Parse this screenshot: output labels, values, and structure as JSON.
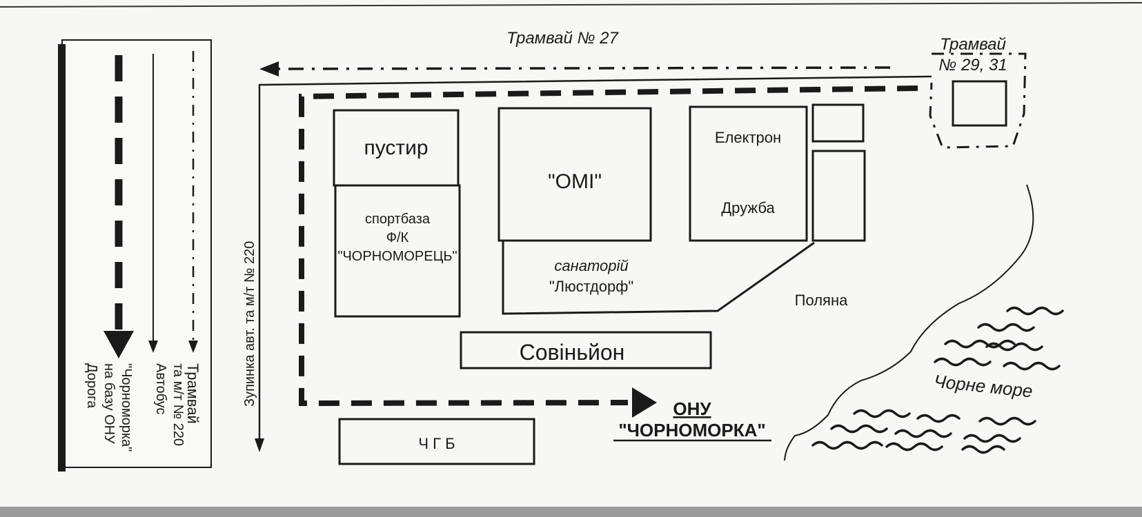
{
  "legend": {
    "road_label_1": "Дорога",
    "road_label_2": "на базу ОНУ",
    "road_label_3": "\"Чорноморка\"",
    "bus_label_1": "Автобус",
    "bus_label_2": "та м/т № 220",
    "tram_label": "Трамвай"
  },
  "routes": {
    "tram27": "Трамвай № 27",
    "tram2931_line1": "Трамвай",
    "tram2931_line2": "№ 29, 31",
    "bus_stop": "Зупинка авт. та м/т № 220"
  },
  "buildings": {
    "pustyr": "пустир",
    "sportbaza_1": "спортбаза",
    "sportbaza_2": "Ф/К",
    "sportbaza_3": "\"ЧОРНОМОРЕЦЬ\"",
    "omi": "\"ОМІ\"",
    "sanatoriy_1": "санаторій",
    "sanatoriy_2": "\"Люстдорф\"",
    "elektron": "Електрон",
    "druzhba": "Дружба",
    "polyana": "Поляна",
    "sovinyon": "Совіньйон",
    "chgb": "Ч Г Б"
  },
  "destination": {
    "line1": "ОНУ",
    "line2": "\"ЧОРНОМОРКА\""
  },
  "sea": "Чорне море",
  "colors": {
    "ink": "#1a1a1a",
    "paper": "#f7f7f5"
  }
}
